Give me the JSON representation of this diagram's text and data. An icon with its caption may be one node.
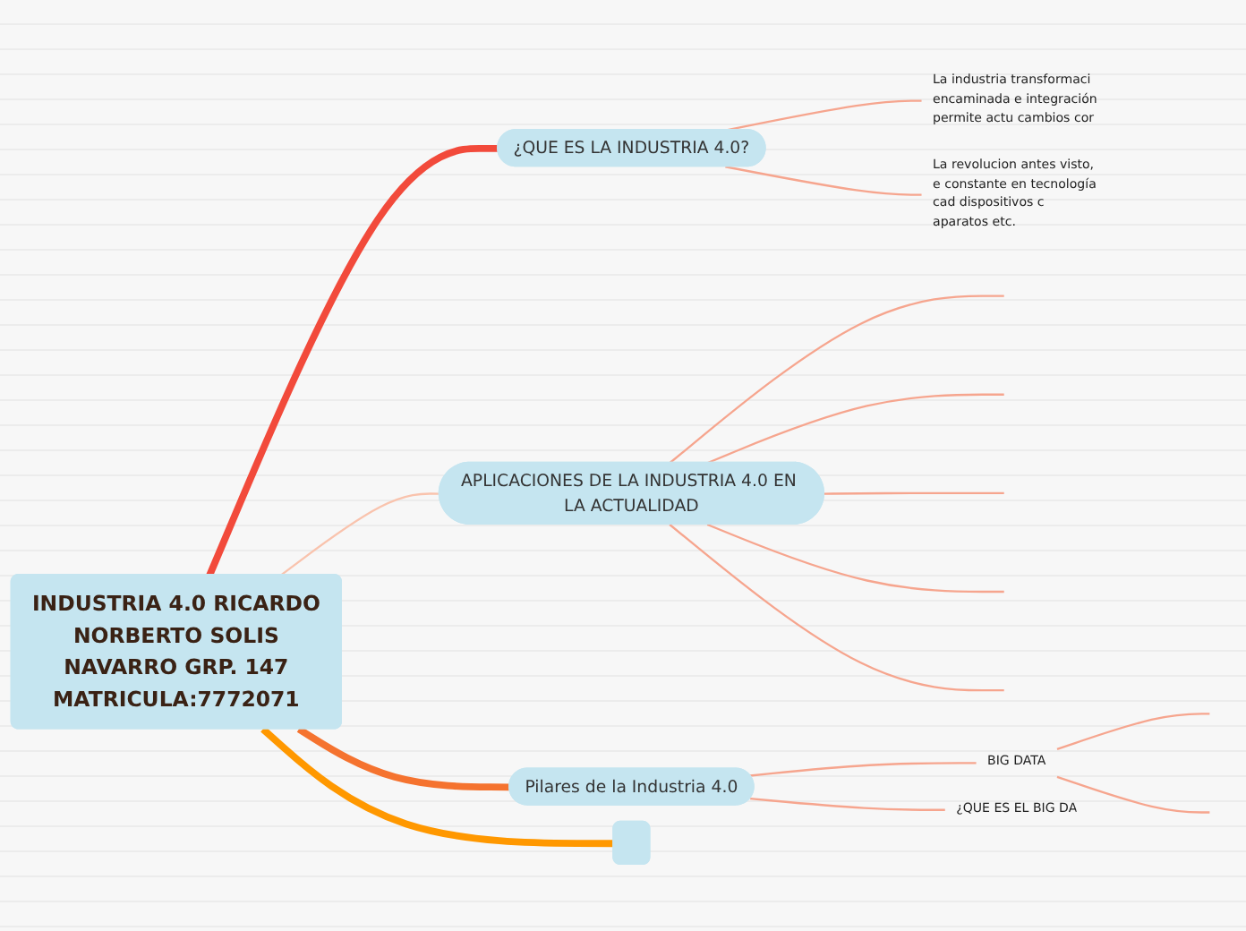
{
  "diagram": {
    "nodes": [
      {
        "text": [
          "INDUSTRIA 4.0 RICARDO NORBERTO SOLIS NAVARRO GRP. 147 MATRICULA:7772071"
        ]
      },
      {
        "text": [
          "¿QUE ES LA INDUSTRIA 4.0?"
        ]
      },
      {
        "text": [
          "APLICACIONES DE LA INDUSTRIA 4.0 EN LA ACTUALIDAD"
        ]
      },
      {
        "text": [
          "Pilares de la Industria 4.0"
        ]
      },
      {
        "text": [],
        "shape": "box"
      },
      {
        "text": [
          "La industria transformaci encaminada e integración permite actu cambios cor"
        ]
      },
      {
        "text": [
          "La revolucion antes visto, e constante en tecnología cad dispositivos c aparatos etc."
        ]
      },
      {
        "text": [
          "BIG DATA"
        ]
      },
      {
        "text": [
          "¿QUE ES EL BIG DA"
        ]
      }
    ],
    "edges": [
      {
        "from": 0,
        "to": 1,
        "arrow": "none",
        "style": "thick",
        "color": "#f24a3b"
      },
      {
        "from": 0,
        "to": 2,
        "arrow": "none",
        "color": "#f9c3ad"
      },
      {
        "from": 0,
        "to": 3,
        "arrow": "none",
        "style": "thick",
        "color": "#f5732f"
      },
      {
        "from": 0,
        "to": 4,
        "arrow": "none",
        "style": "thick",
        "color": "#ff9800"
      },
      {
        "from": 1,
        "to": 5,
        "arrow": "none"
      },
      {
        "from": 1,
        "to": 6,
        "arrow": "none"
      },
      {
        "from": 2,
        "to": null,
        "arrow": "none"
      },
      {
        "from": 2,
        "to": null,
        "arrow": "none"
      },
      {
        "from": 2,
        "to": null,
        "arrow": "none"
      },
      {
        "from": 2,
        "to": null,
        "arrow": "none"
      },
      {
        "from": 2,
        "to": null,
        "arrow": "none"
      },
      {
        "from": 3,
        "to": 7,
        "arrow": "none"
      },
      {
        "from": 3,
        "to": 8,
        "arrow": "none"
      },
      {
        "from": 7,
        "to": null,
        "arrow": "none"
      },
      {
        "from": 7,
        "to": null,
        "arrow": "none"
      }
    ]
  }
}
